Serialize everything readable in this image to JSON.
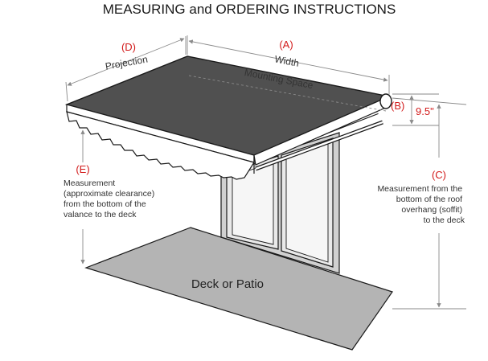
{
  "title": "MEASURING and ORDERING INSTRUCTIONS",
  "width_dim": {
    "letter": "(A)",
    "label": "Width"
  },
  "mounting_label": "Mounting Space",
  "projection_dim": {
    "letter": "(D)",
    "label": "Projection"
  },
  "valance_dim": {
    "letter": "(B)",
    "value": "9.5\""
  },
  "clearance_dim": {
    "letter": "(E)",
    "lines": [
      "Measurement",
      "(approximate clearance)",
      "from the bottom of the",
      "valance to the deck"
    ]
  },
  "soffit_dim": {
    "letter": "(C)",
    "lines": [
      "Measurement from the",
      "bottom of the roof",
      "overhang (soffit)",
      "to the deck"
    ]
  },
  "deck_label": "Deck or Patio",
  "colors": {
    "awning": "#505050",
    "deck": "#b4b4b4",
    "wall": "#d0d0d0",
    "accent_red": "#d21a1a",
    "dimension_line": "#8a8a8a"
  }
}
